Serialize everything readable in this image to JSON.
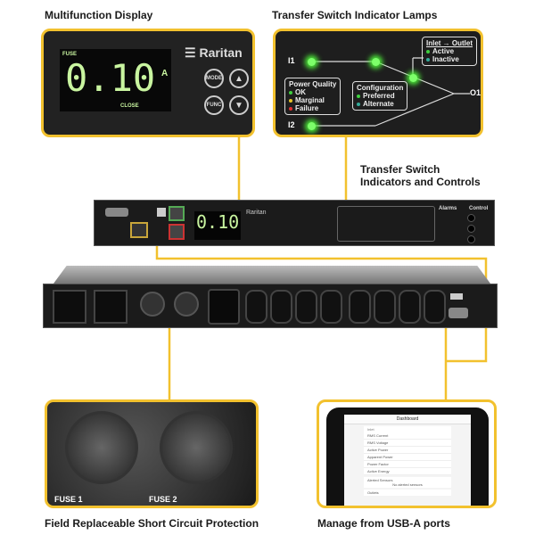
{
  "captions": {
    "display": "Multifunction Display",
    "lamps": "Transfer Switch Indicator Lamps",
    "controls_line1": "Transfer Switch",
    "controls_line2": "Indicators and Controls",
    "fuse": "Field Replaceable Short Circuit Protection",
    "usb": "Manage from USB-A ports"
  },
  "display": {
    "brand": "Raritan",
    "fuse_label": "FUSE",
    "reading": "0.10",
    "unit": "A",
    "state": "CLOSE",
    "buttons": [
      "MODE",
      "FUNC"
    ],
    "up_icon": "triangle-up-icon",
    "down_icon": "triangle-down-icon"
  },
  "lamps": {
    "inputs": [
      "I1",
      "I2"
    ],
    "output": "O1",
    "power_quality": {
      "title": "Power Quality",
      "items": [
        "OK",
        "Marginal",
        "Failure"
      ],
      "colors": [
        "#3fcf3f",
        "#e6c42a",
        "#e03030"
      ]
    },
    "configuration": {
      "title": "Configuration",
      "items": [
        "Preferred",
        "Alternate"
      ]
    },
    "inlet_outlet": {
      "title": "Inlet → Outlet",
      "items": [
        "Active",
        "Inactive"
      ]
    }
  },
  "front_panel": {
    "alarms_title": "Alarms",
    "control_title": "Control"
  },
  "fuses": [
    "FUSE 1",
    "FUSE 2"
  ],
  "tablet": {
    "title": "Dashboard",
    "section": "Inlet",
    "rows": [
      "RMS Current",
      "RMS Voltage",
      "Active Power",
      "Apparent Power",
      "Power Factor",
      "Active Energy"
    ],
    "alerted_title": "Alerted Sensors",
    "alerted_text": "No alerted sensors",
    "outlets": "Outlets"
  },
  "colors": {
    "accent": "#f2c12e",
    "led": "#7dff6a"
  }
}
